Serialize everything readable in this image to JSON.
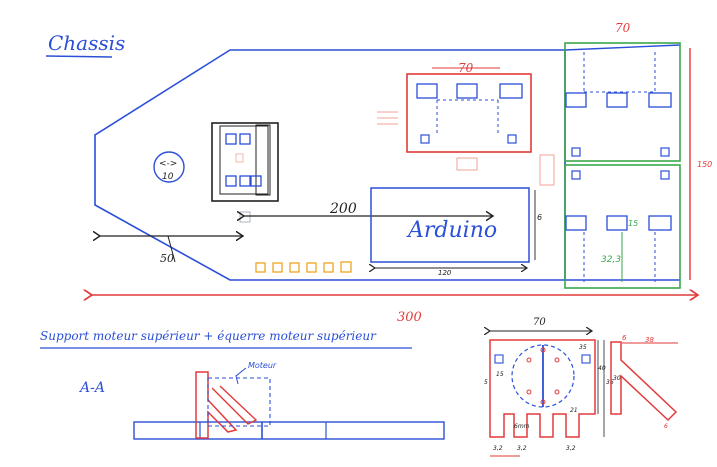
{
  "colors": {
    "blue": "#2b4fd8",
    "red": "#e33a3a",
    "green": "#3aa64b",
    "black": "#222222",
    "orange": "#f0a51e",
    "pink": "#f3a39a",
    "gray": "#9aa0b0"
  },
  "sketch": {
    "title": "Chassis",
    "labels": {
      "motor_diameter": "10",
      "dim_50": "50",
      "dim_200": "200",
      "dim_300": "300",
      "dim_70_red": "70",
      "dim_70_green": "70",
      "dim_150": "150",
      "arduino": "Arduino",
      "arduino_width": "120",
      "arduino_height": "6",
      "green_small": "32,3",
      "green_mark": "15"
    }
  },
  "support": {
    "title": "Support moteur supérieur + équerre moteur supérieur",
    "section": "A-A",
    "moteur": "Moteur",
    "dims": {
      "top_70": "70",
      "left_15": "15",
      "right_15": "35",
      "bottom_32_left": "3,2",
      "bottom_32_mid": "3,2",
      "bottom_32_right": "3,2",
      "bottom_21": "21",
      "bottom_6mm": "6mm",
      "left_side_5": "5",
      "right_side_40": "40",
      "right_side_36": "36",
      "bracket_38": "38",
      "bracket_6": "6",
      "bracket_30": "30",
      "bracket_bottom": "6"
    }
  }
}
